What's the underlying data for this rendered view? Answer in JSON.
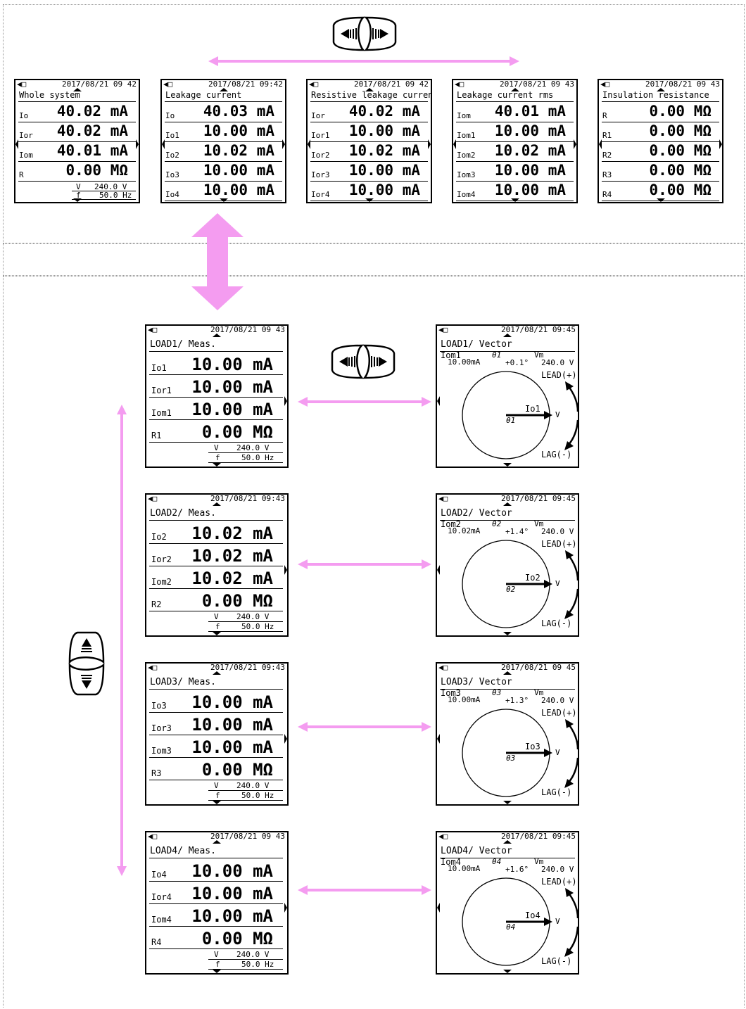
{
  "top_screens": [
    {
      "ts": "2017/08/21 09 42",
      "title": "Whole system",
      "rows": [
        {
          "label": "Io",
          "value": "40.02 mA"
        },
        {
          "label": "Ior",
          "value": "40.02 mA"
        },
        {
          "label": "Iom",
          "value": "40.01 mA"
        },
        {
          "label": "R",
          "value": "0.00 MΩ"
        }
      ],
      "foot": {
        "v": "V",
        "vval": "240.0  V",
        "f": "f",
        "fval": "50.0 Hz"
      }
    },
    {
      "ts": "2017/08/21 09:42",
      "title": "Leakage current",
      "rows": [
        {
          "label": "Io",
          "value": "40.03 mA"
        },
        {
          "label": "Io1",
          "value": "10.00 mA"
        },
        {
          "label": "Io2",
          "value": "10.02 mA"
        },
        {
          "label": "Io3",
          "value": "10.00 mA"
        },
        {
          "label": "Io4",
          "value": "10.00 mA"
        }
      ]
    },
    {
      "ts": "2017/08/21 09 42",
      "title": "Resistive leakage current",
      "rows": [
        {
          "label": "Ior",
          "value": "40.02 mA"
        },
        {
          "label": "Ior1",
          "value": "10.00 mA"
        },
        {
          "label": "Ior2",
          "value": "10.02 mA"
        },
        {
          "label": "Ior3",
          "value": "10.00 mA"
        },
        {
          "label": "Ior4",
          "value": "10.00 mA"
        }
      ]
    },
    {
      "ts": "2017/08/21 09 43",
      "title": "Leakage current rms",
      "rows": [
        {
          "label": "Iom",
          "value": "40.01 mA"
        },
        {
          "label": "Iom1",
          "value": "10.00 mA"
        },
        {
          "label": "Iom2",
          "value": "10.02 mA"
        },
        {
          "label": "Iom3",
          "value": "10.00 mA"
        },
        {
          "label": "Iom4",
          "value": "10.00 mA"
        }
      ]
    },
    {
      "ts": "2017/08/21 09 43",
      "title": "Insulation resistance",
      "rows": [
        {
          "label": "R",
          "value": "0.00 MΩ"
        },
        {
          "label": "R1",
          "value": "0.00 MΩ"
        },
        {
          "label": "R2",
          "value": "0.00 MΩ"
        },
        {
          "label": "R3",
          "value": "0.00 MΩ"
        },
        {
          "label": "R4",
          "value": "0.00 MΩ"
        }
      ]
    }
  ],
  "meas_screens": [
    {
      "ts": "2017/08/21 09 43",
      "title": "LOAD1/ Meas.",
      "rows": [
        {
          "label": "Io1",
          "value": "10.00 mA"
        },
        {
          "label": "Ior1",
          "value": "10.00 mA"
        },
        {
          "label": "Iom1",
          "value": "10.00 mA"
        },
        {
          "label": "R1",
          "value": "0.00 MΩ"
        }
      ],
      "foot": {
        "v": "V",
        "vval": "240.0  V",
        "f": "f",
        "fval": "50.0 Hz"
      }
    },
    {
      "ts": "2017/08/21 09:43",
      "title": "LOAD2/ Meas.",
      "rows": [
        {
          "label": "Io2",
          "value": "10.02 mA"
        },
        {
          "label": "Ior2",
          "value": "10.02 mA"
        },
        {
          "label": "Iom2",
          "value": "10.02 mA"
        },
        {
          "label": "R2",
          "value": "0.00 MΩ"
        }
      ],
      "foot": {
        "v": "V",
        "vval": "240.0  V",
        "f": "f",
        "fval": "50.0 Hz"
      }
    },
    {
      "ts": "2017/08/21 09:43",
      "title": "LOAD3/ Meas.",
      "rows": [
        {
          "label": "Io3",
          "value": "10.00 mA"
        },
        {
          "label": "Ior3",
          "value": "10.00 mA"
        },
        {
          "label": "Iom3",
          "value": "10.00 mA"
        },
        {
          "label": "R3",
          "value": "0.00 MΩ"
        }
      ],
      "foot": {
        "v": "V",
        "vval": "240.0  V",
        "f": "f",
        "fval": "50.0 Hz"
      }
    },
    {
      "ts": "2017/08/21 09 43",
      "title": "LOAD4/ Meas.",
      "rows": [
        {
          "label": "Io4",
          "value": "10.00 mA"
        },
        {
          "label": "Ior4",
          "value": "10.00 mA"
        },
        {
          "label": "Iom4",
          "value": "10.00 mA"
        },
        {
          "label": "R4",
          "value": "0.00 MΩ"
        }
      ],
      "foot": {
        "v": "V",
        "vval": "240.0  V",
        "f": "f",
        "fval": "50.0 Hz"
      }
    }
  ],
  "vector_screens": [
    {
      "ts": "2017/08/21 09:45",
      "title": "LOAD1/ Vector",
      "iom_label": "Iom1",
      "iom_val": "10.00mA",
      "theta_label": "θ1",
      "theta_val": "+0.1°",
      "vm_label": "Vm",
      "vm_val": "240.0 V",
      "lead": "LEAD(+)",
      "lag": "LAG(-)",
      "vec_label": "Io1",
      "v_label": "V",
      "theta_small": "θ1"
    },
    {
      "ts": "2017/08/21 09:45",
      "title": "LOAD2/ Vector",
      "iom_label": "Iom2",
      "iom_val": "10.02mA",
      "theta_label": "θ2",
      "theta_val": "+1.4°",
      "vm_label": "Vm",
      "vm_val": "240.0 V",
      "lead": "LEAD(+)",
      "lag": "LAG(-)",
      "vec_label": "Io2",
      "v_label": "V",
      "theta_small": "θ2"
    },
    {
      "ts": "2017/08/21 09 45",
      "title": "LOAD3/ Vector",
      "iom_label": "Iom3",
      "iom_val": "10.00mA",
      "theta_label": "θ3",
      "theta_val": "+1.3°",
      "vm_label": "Vm",
      "vm_val": "240.0 V",
      "lead": "LEAD(+)",
      "lag": "LAG(-)",
      "vec_label": "Io3",
      "v_label": "V",
      "theta_small": "θ3"
    },
    {
      "ts": "2017/08/21 09:45",
      "title": "LOAD4/ Vector",
      "iom_label": "Iom4",
      "iom_val": "10.00mA",
      "theta_label": "θ4",
      "theta_val": "+1.6°",
      "vm_label": "Vm",
      "vm_val": "240.0 V",
      "lead": "LEAD(+)",
      "lag": "LAG(-)",
      "vec_label": "Io4",
      "v_label": "V",
      "theta_small": "θ4"
    }
  ],
  "colors": {
    "arrow": "#f49cf0",
    "frame": "#9a9a9a"
  },
  "icons": {
    "lr_key": "left-right-key-icon",
    "ud_key": "up-down-key-icon",
    "power": "plug-icon",
    "battery": "battery-icon"
  }
}
